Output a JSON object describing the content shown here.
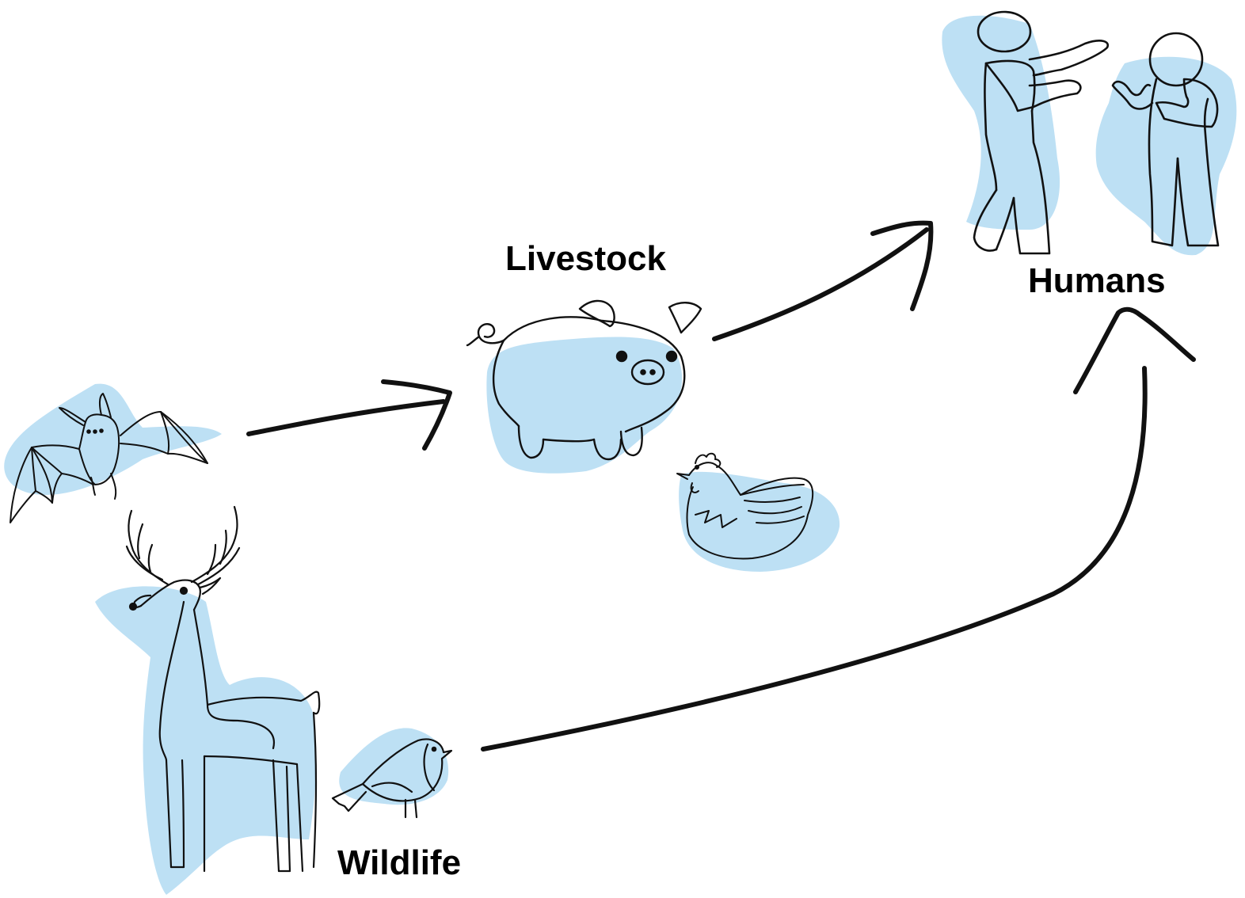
{
  "labels": {
    "livestock": "Livestock",
    "humans": "Humans",
    "wildlife": "Wildlife"
  },
  "icons": [
    "bat-icon",
    "deer-icon",
    "bird-icon",
    "pig-icon",
    "chicken-icon",
    "humans-icon"
  ],
  "arrows": [
    {
      "from": "wildlife",
      "to": "livestock"
    },
    {
      "from": "livestock",
      "to": "humans"
    },
    {
      "from": "wildlife",
      "to": "humans"
    }
  ],
  "colors": {
    "blob": "#bde0f4",
    "stroke": "#111111",
    "text": "#000000"
  }
}
